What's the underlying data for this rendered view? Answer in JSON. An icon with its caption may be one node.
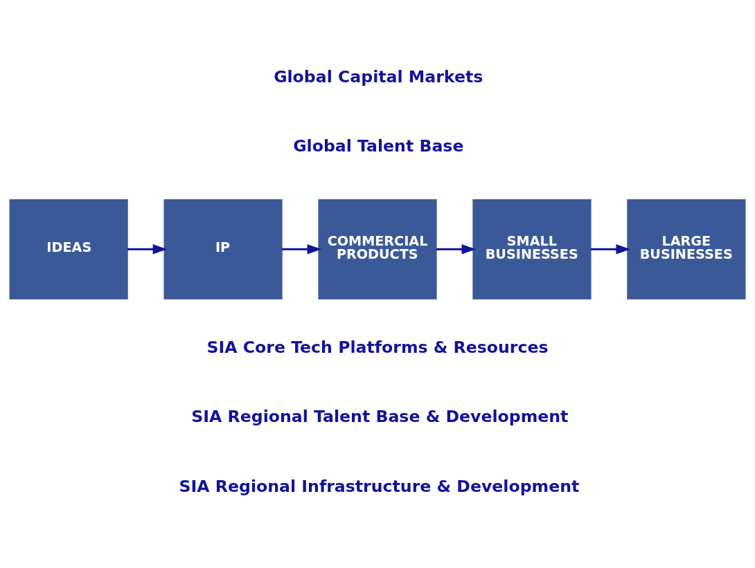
{
  "diagram": {
    "nodes": [
      {
        "text": [
          "IDEAS"
        ]
      },
      {
        "text": [
          "IP"
        ]
      },
      {
        "text": [
          "COMMERCIAL PRODUCTS"
        ]
      },
      {
        "text": [
          "SMALL BUSINESSES"
        ]
      },
      {
        "text": [
          "LARGE BUSINESSES"
        ]
      }
    ],
    "edges": [
      {
        "from": 0,
        "to": 1,
        "arrow": "to"
      },
      {
        "from": 1,
        "to": 2,
        "arrow": "to"
      },
      {
        "from": 2,
        "to": 3,
        "arrow": "to"
      },
      {
        "from": 3,
        "to": 4,
        "arrow": "to"
      }
    ],
    "labels": [
      "Global Capital Markets",
      "Global Talent Base",
      "SIA Core Tech Platforms & Resources",
      "SIA Regional Talent Base & Development",
      "SIA Regional Infrastructure & Development"
    ]
  }
}
